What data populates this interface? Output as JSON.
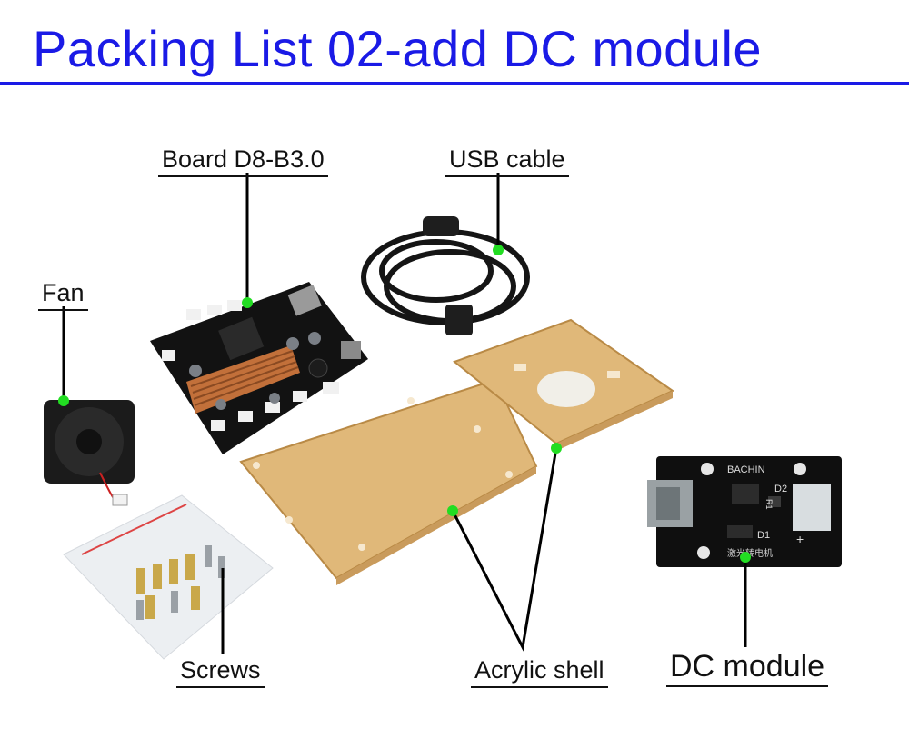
{
  "header": {
    "title": "Packing List 02-add DC module"
  },
  "labels": {
    "board": "Board D8-B3.0",
    "usb_cable": "USB cable",
    "fan": "Fan",
    "screws": "Screws",
    "acrylic_shell": "Acrylic shell",
    "dc_module": "DC module"
  },
  "dc_module_print": {
    "brand": "BACHIN",
    "d2": "D2",
    "r1": "R1",
    "d1": "D1",
    "plus": "+",
    "cn_text": "激光转电机"
  },
  "colors": {
    "title": "#1a1ae6",
    "marker": "#22dd22",
    "acrylic": "#e0b879",
    "pcb": "#111111"
  }
}
